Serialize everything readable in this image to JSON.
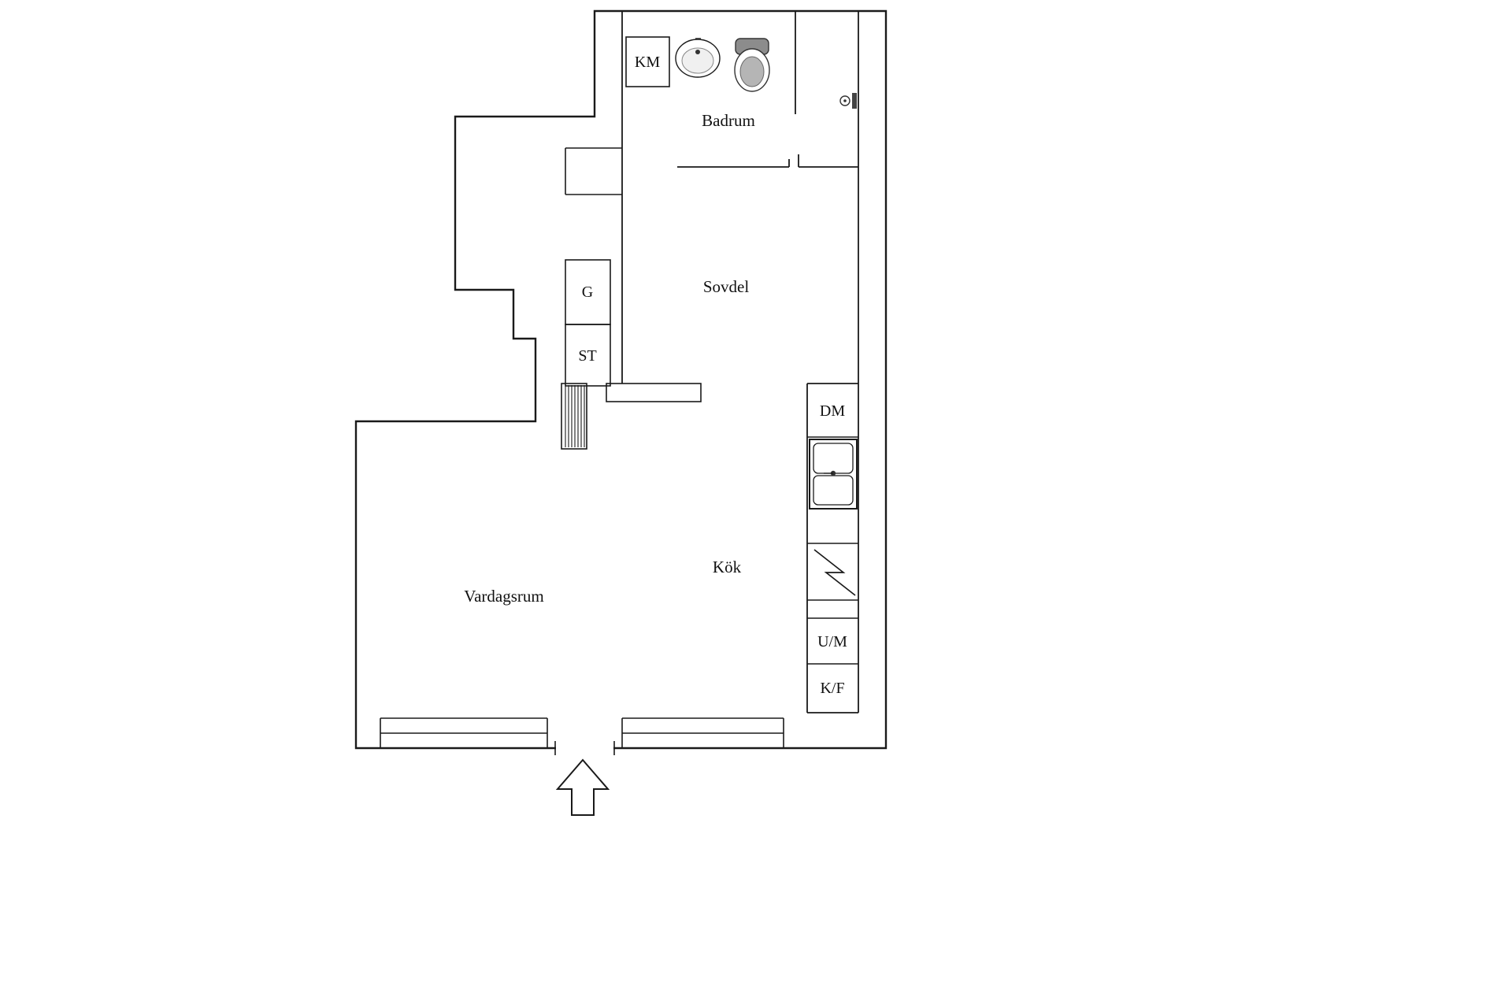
{
  "plan": {
    "rooms": {
      "badrum": "Badrum",
      "sovdel": "Sovdel",
      "kok": "Kök",
      "vardagsrum": "Vardagsrum"
    },
    "units": {
      "km": "KM",
      "g": "G",
      "st": "ST",
      "dm": "DM",
      "um": "U/M",
      "kf": "K/F"
    },
    "colors": {
      "wall": "#1a1a1a",
      "background": "#ffffff",
      "fixture_dark": "#555555",
      "fixture_gray": "#bdbdbd"
    }
  }
}
